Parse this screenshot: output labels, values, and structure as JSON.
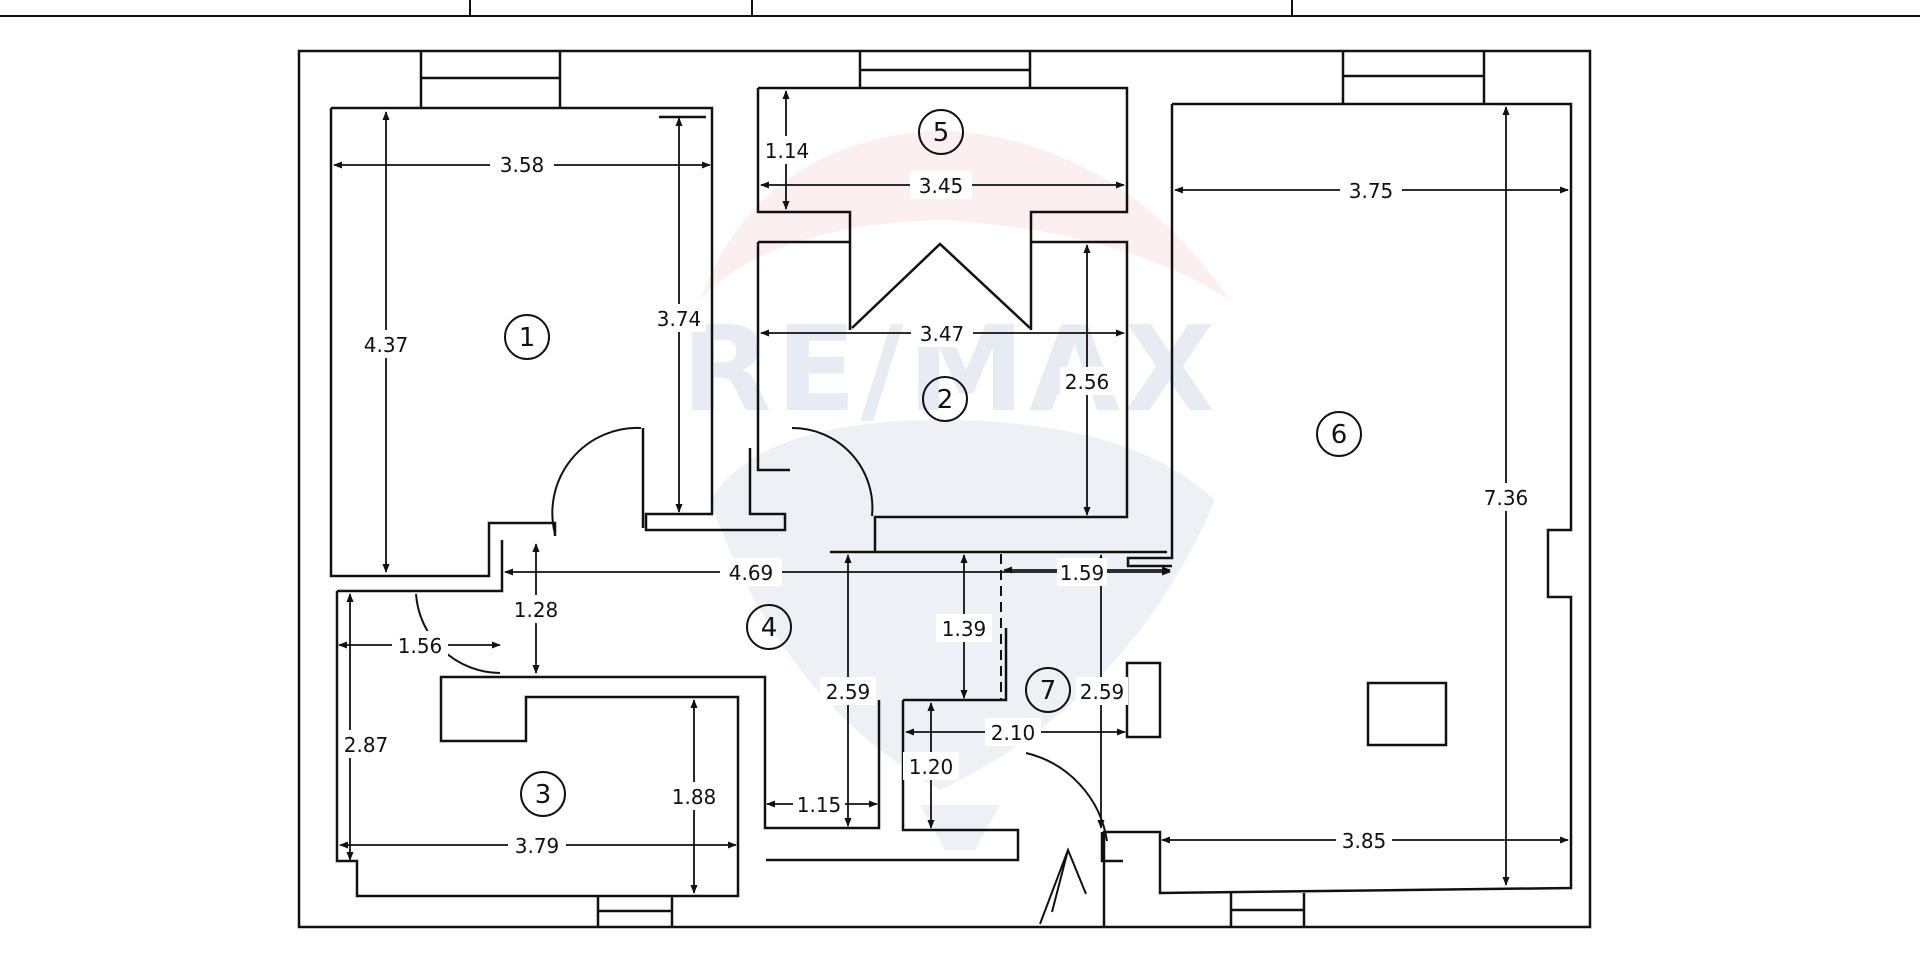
{
  "watermark": {
    "brand": "RE/MAX",
    "colors": {
      "red": "#d0202f",
      "blue": "#1a4d8c"
    }
  },
  "rooms": [
    {
      "number": "1"
    },
    {
      "number": "2"
    },
    {
      "number": "3"
    },
    {
      "number": "4"
    },
    {
      "number": "5"
    },
    {
      "number": "6"
    },
    {
      "number": "7"
    }
  ],
  "dimensions": {
    "room1_width": "3.58",
    "room1_height": "4.37",
    "room1_inner": "3.74",
    "room5_depth": "1.14",
    "room5_width": "3.45",
    "room2_width": "3.47",
    "room2_height": "2.56",
    "room6_top_width": "3.75",
    "room6_height": "7.36",
    "hall_width": "4.69",
    "hall_right": "1.59",
    "hall_depth": "1.28",
    "room3_closet": "1.56",
    "room3_height": "2.87",
    "room3_inner": "1.88",
    "room3_width": "3.79",
    "hall_mid": "1.39",
    "hall_left_height": "2.59",
    "hall_right_height": "2.59",
    "room7_width": "2.10",
    "room7_depth": "1.20",
    "corridor_width": "1.15",
    "room6_bottom_width": "3.85"
  }
}
